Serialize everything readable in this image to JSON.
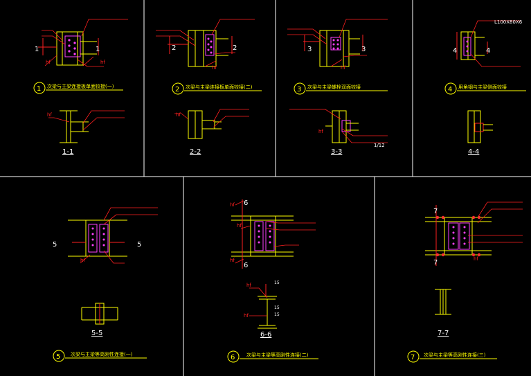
{
  "colors": {
    "background": "#000000",
    "frame": "#ffffff",
    "steel": "#ffff00",
    "leader": "#ff2020",
    "dimension": "#ff2020",
    "bolt": "#ff40ff",
    "label": "#ffffff",
    "caption": "#ffff00",
    "annotation_red": "#ff3030"
  },
  "details": [
    {
      "num": "1",
      "caption": "次梁与主梁连接板单面铰接(一)",
      "section_label": "1-1",
      "cut": "1"
    },
    {
      "num": "2",
      "caption": "次梁与主梁连接板单面铰接(二)",
      "section_label": "2-2",
      "cut": "2"
    },
    {
      "num": "3",
      "caption": "次梁与主梁螺栓双面铰接",
      "section_label": "3-3",
      "cut": "3"
    },
    {
      "num": "4",
      "caption": "用角钢与主梁侧面铰接",
      "section_label": "4-4",
      "cut": "4",
      "angle_spec": "L100X80X6"
    },
    {
      "num": "5",
      "caption": "次梁与主梁等高刚性连接(一)",
      "section_label": "5-5",
      "cut": "5"
    },
    {
      "num": "6",
      "caption": "次梁与主梁等高刚性连接(二)",
      "section_label": "6-6",
      "cut": "6"
    },
    {
      "num": "7",
      "caption": "次梁与主梁等高刚性连接(三)",
      "section_label": "7-7",
      "cut": "7"
    }
  ],
  "weld_mark": "hf",
  "section_marks": {
    "d3_tol_a": "1/12",
    "d6_dims": [
      "15",
      "15",
      "15"
    ]
  }
}
